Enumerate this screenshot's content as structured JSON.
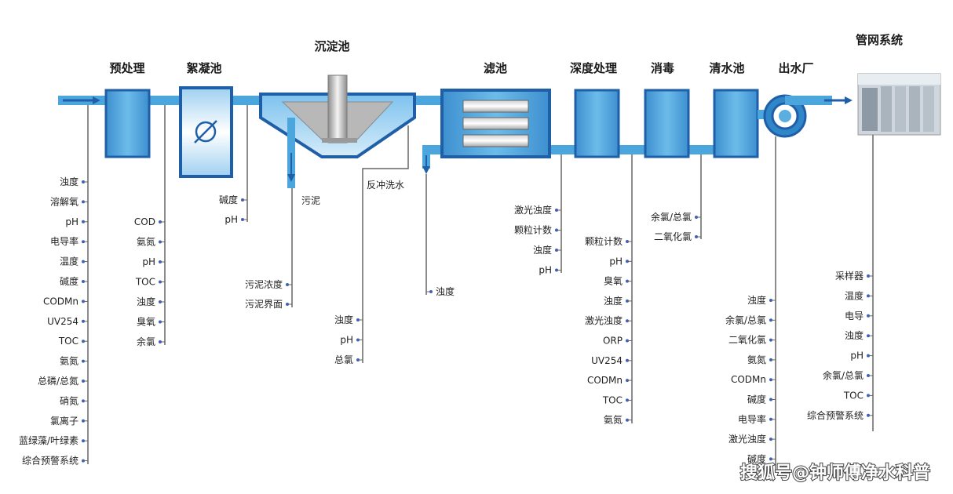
{
  "stages": {
    "pretreatment": "预处理",
    "coagulation": "絮凝池",
    "sedimentation": "沉淀池",
    "filter": "滤池",
    "advanced": "深度处理",
    "disinfection": "消毒",
    "clearwell": "清水池",
    "outlet": "出水厂",
    "network": "管网系统"
  },
  "side_labels": {
    "sludge": "污泥",
    "backwash": "反冲洗水"
  },
  "params": {
    "source": [
      "浊度",
      "溶解氧",
      "pH",
      "电导率",
      "温度",
      "碱度",
      "CODMn",
      "UV254",
      "TOC",
      "氨氮",
      "总磷/总氮",
      "硝氮",
      "氯离子",
      "蓝绿藻/叶绿素",
      "综合预警系统"
    ],
    "pretreatment": [
      "COD",
      "氨氮",
      "pH",
      "TOC",
      "浊度",
      "臭氧",
      "余氯"
    ],
    "coagulation": [
      "碱度",
      "pH"
    ],
    "sludge": [
      "污泥浓度",
      "污泥界面"
    ],
    "backwash": [
      "浊度",
      "pH",
      "总氯"
    ],
    "filter": [
      "浊度"
    ],
    "advanced": [
      "激光浊度",
      "颗粒计数",
      "浊度",
      "pH"
    ],
    "disinfection": [
      "颗粒计数",
      "pH",
      "臭氧",
      "浊度",
      "激光浊度",
      "ORP",
      "UV254",
      "CODMn",
      "TOC",
      "氨氮"
    ],
    "clearwell": [
      "余氯/总氯",
      "二氧化氯"
    ],
    "outlet": [
      "浊度",
      "余氯/总氯",
      "二氧化氯",
      "氨氮",
      "CODMn",
      "碱度",
      "电导率",
      "激光浊度",
      "碱度"
    ],
    "network": [
      "采样器",
      "温度",
      "电导",
      "浊度",
      "pH",
      "余氯/总氯",
      "TOC",
      "综合预警系统"
    ]
  },
  "watermark": "搜狐号@钟师傅净水科普",
  "colors": {
    "pipe": "#4aa6dc",
    "tank_border": "#1f5fa8",
    "tank_fill": "#5aaee0",
    "line": "#666666",
    "dot": "#3a5fc0"
  }
}
